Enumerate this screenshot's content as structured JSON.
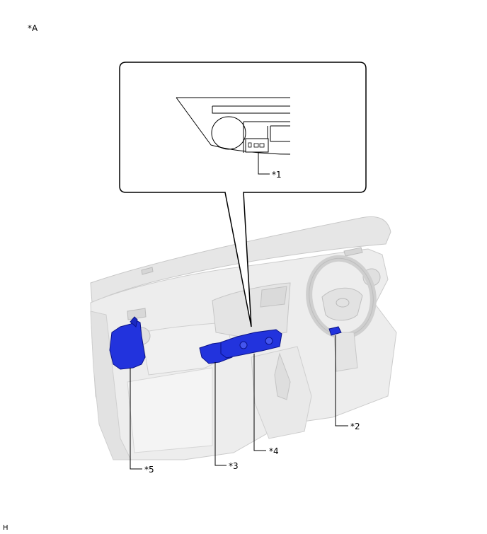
{
  "header_label": "*A",
  "footer_label": "H",
  "callouts": {
    "c1": "*1",
    "c2": "*2",
    "c3": "*3",
    "c4": "*4",
    "c5": "*5"
  },
  "colors": {
    "highlight": "#2233dd",
    "outline": "#000000",
    "dash_shade": "#e4e4e4"
  }
}
